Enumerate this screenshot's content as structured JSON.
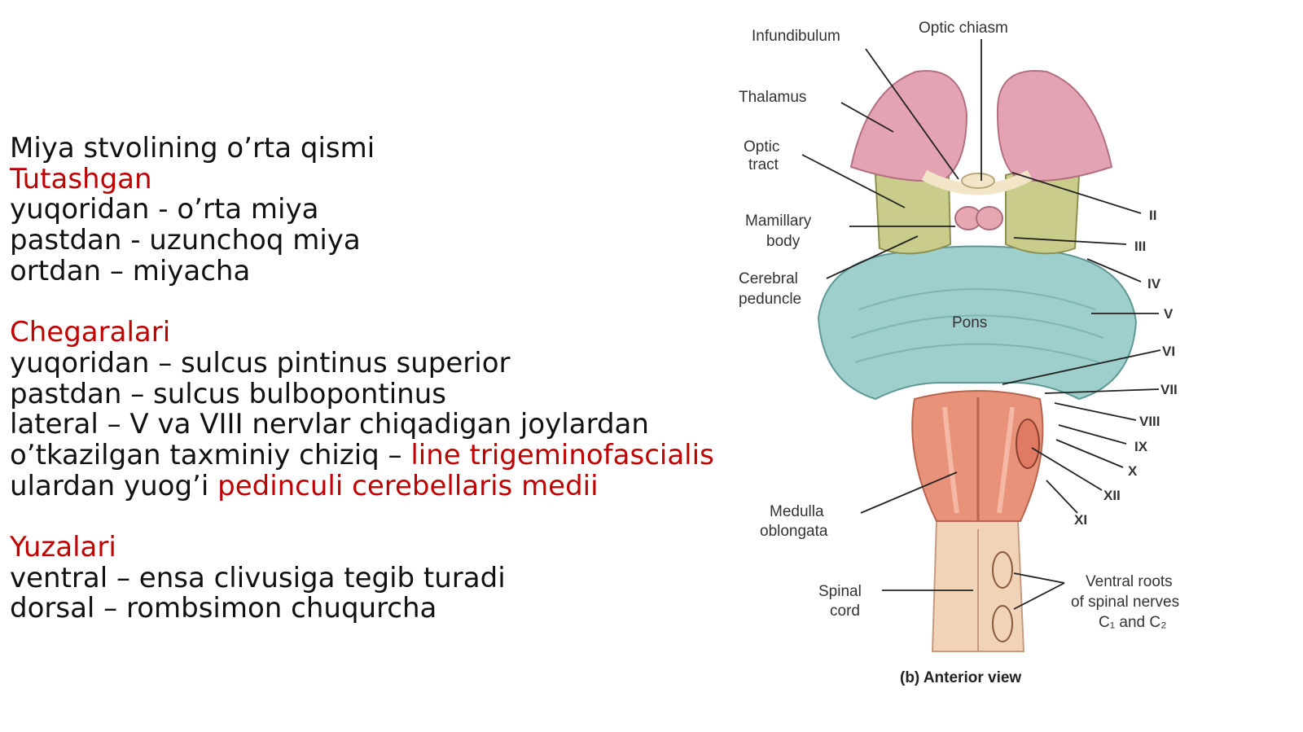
{
  "text": {
    "l1": "Miya stvolining o’rta qismi",
    "h1": "Tutashgan",
    "l2": "yuqoridan - o’rta miya",
    "l3": "pastdan - uzunchoq miya",
    "l4": "ortdan – miyacha",
    "h2": "Chegaralari",
    "l5": "yuqoridan – sulcus pintinus superior",
    "l6": "pastdan – sulcus bulbopontinus",
    "l7": "lateral – V va VIII nervlar chiqadigan joylardan",
    "l8a": "o’tkazilgan taxminiy chiziq – ",
    "l8b": "line trigeminofascialis",
    "l9a": "ulardan yuog’i ",
    "l9b": "pedinculi cerebellaris medii",
    "h3": "Yuzalari",
    "l10": "ventral – ensa clivusiga tegib turadi",
    "l11": "dorsal – rombsimon chuqurcha"
  },
  "figure": {
    "left_labels": {
      "infundibulum": "Infundibulum",
      "thalamus": "Thalamus",
      "optic_tract_1": "Optic",
      "optic_tract_2": "tract",
      "mamillary_1": "Mamillary",
      "mamillary_2": "body",
      "peduncle_1": "Cerebral",
      "peduncle_2": "peduncle",
      "medulla_1": "Medulla",
      "medulla_2": "oblongata",
      "spinal_1": "Spinal",
      "spinal_2": "cord"
    },
    "top_label": "Optic chiasm",
    "center_label": "Pons",
    "nerves": [
      "II",
      "III",
      "IV",
      "V",
      "VI",
      "VII",
      "VIII",
      "IX",
      "X",
      "XII",
      "XI"
    ],
    "ventral_roots_1": "Ventral roots",
    "ventral_roots_2": "of spinal nerves",
    "ventral_roots_3": "C₁ and C₂",
    "caption": "(b) Anterior view"
  },
  "colors": {
    "heading_red": "#c00000",
    "text": "#111111",
    "thalamus": "#e3a3b2",
    "pons": "#9fcfcc",
    "medulla": "#e8927a",
    "spinal_cord": "#f1d3b8",
    "peduncle": "#c9cc8a"
  }
}
